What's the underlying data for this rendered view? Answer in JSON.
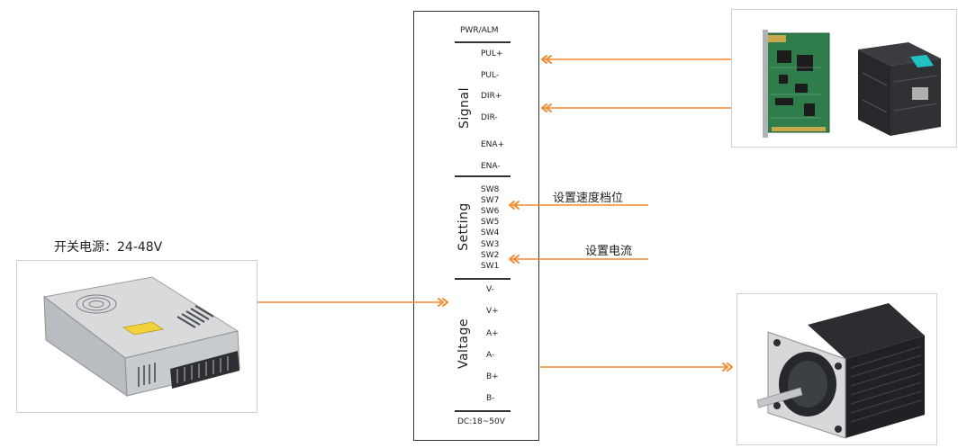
{
  "driver": {
    "header": "PWR/ALM",
    "footer": "DC:18~50V",
    "sections": {
      "signal": "Signal",
      "setting": "Setting",
      "voltage": "Valtage"
    },
    "signal_pins": [
      "PUL+",
      "PUL-",
      "DIR+",
      "DIR-",
      "ENA+",
      "ENA-"
    ],
    "setting_pins": [
      "SW8",
      "SW7",
      "SW6",
      "SW5",
      "SW4",
      "SW3",
      "SW2",
      "SW1"
    ],
    "power_pins": [
      "V-",
      "V+",
      "A+",
      "A-",
      "B+",
      "B-"
    ]
  },
  "power_supply": {
    "title": "开关电源：24-48V"
  },
  "notes": {
    "speed": "设置速度档位",
    "current": "设置电流"
  },
  "colors": {
    "wire": "#f28a2e",
    "border": "#333333"
  },
  "icons": {
    "arrow": "double-chevron"
  }
}
